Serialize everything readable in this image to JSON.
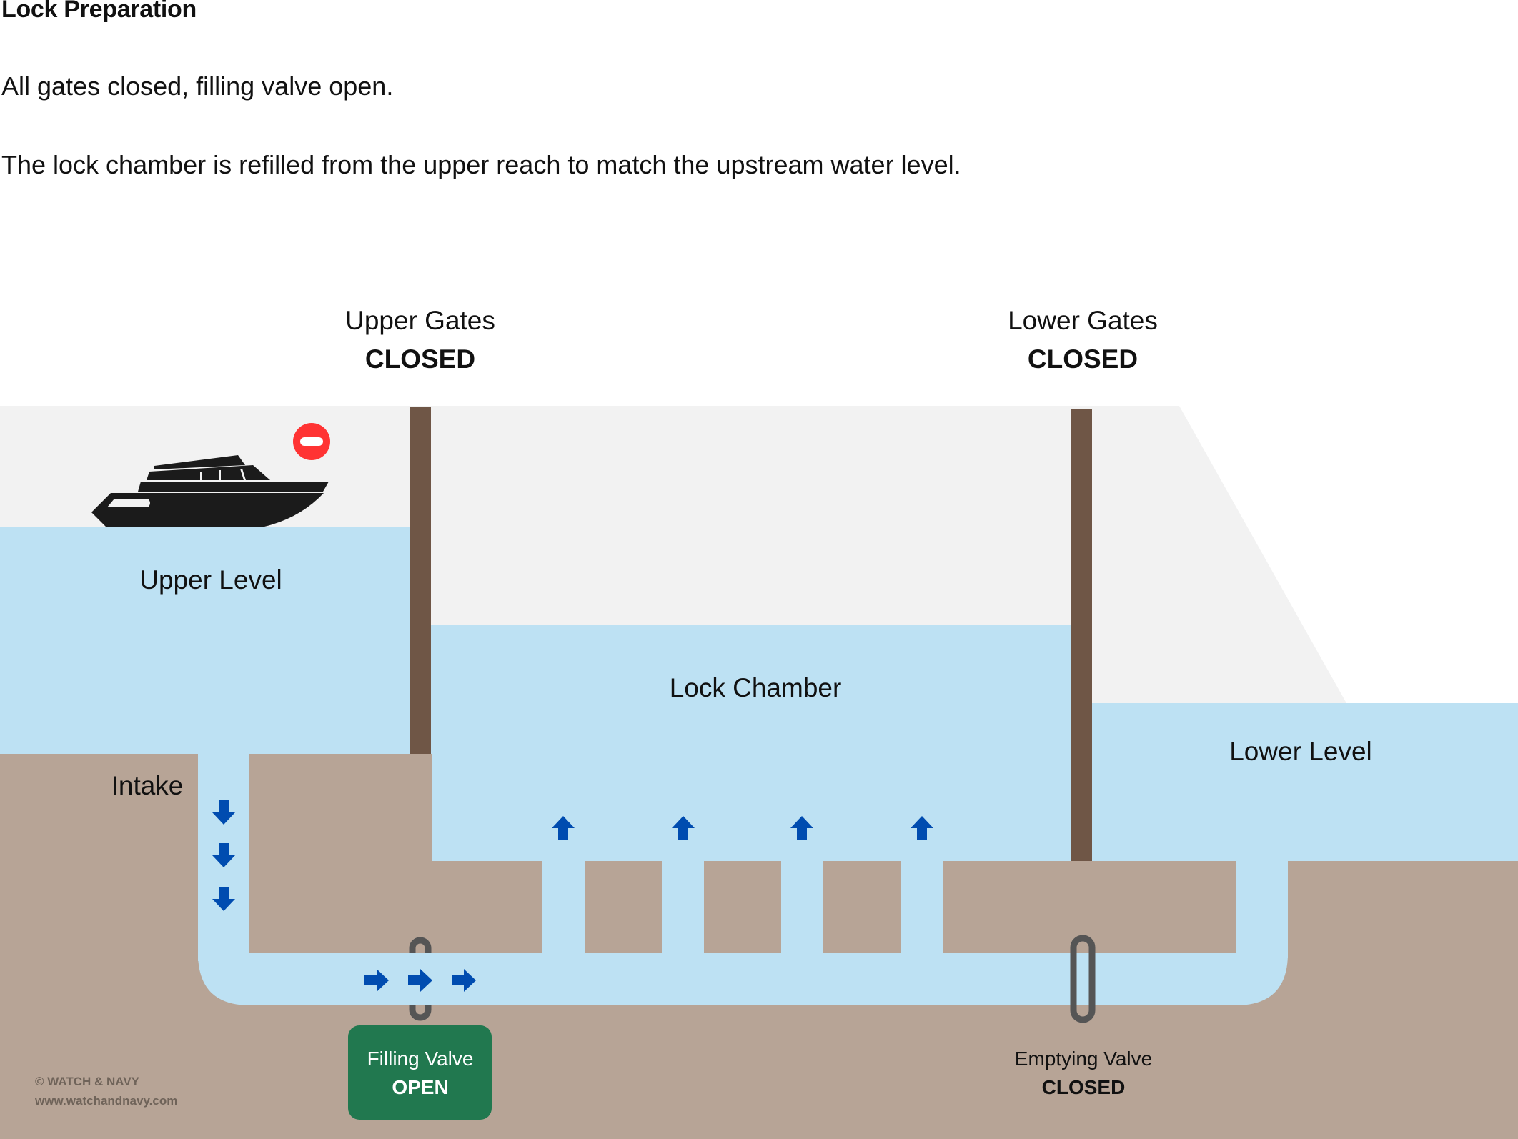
{
  "header": {
    "title": "Lock Preparation",
    "summary": "All gates closed, filling valve open.",
    "description": "The lock chamber is refilled from the upper reach to match the upstream water level."
  },
  "gates": {
    "upper": {
      "label": "Upper Gates",
      "state": "CLOSED"
    },
    "lower": {
      "label": "Lower Gates",
      "state": "CLOSED"
    }
  },
  "water": {
    "upper_level": "Upper Level",
    "lock_chamber": "Lock Chamber",
    "lower_level": "Lower Level",
    "intake": "Intake"
  },
  "valves": {
    "filling": {
      "label": "Filling Valve",
      "state": "OPEN"
    },
    "emptying": {
      "label": "Emptying Valve",
      "state": "CLOSED"
    }
  },
  "boat": {
    "icon": "motor-yacht-icon",
    "status_icon": "no-entry-icon"
  },
  "flow": {
    "intake_arrows": 3,
    "culvert_arrows": 3,
    "chamber_arrows": 4,
    "direction_intake": "down",
    "direction_culvert": "right",
    "direction_chamber": "up"
  },
  "credits": {
    "copyright": "© WATCH & NAVY",
    "website": "www.watchandnavy.com"
  },
  "colors": {
    "sky": "#f2f2f2",
    "water": "#bde1f3",
    "ground": "#b7a496",
    "gate": "#6f5646",
    "arrow": "#004cb0",
    "valve": "#555555",
    "open_badge": "#21784f",
    "no_entry": "#ff3333",
    "boat": "#1b1b1b"
  }
}
